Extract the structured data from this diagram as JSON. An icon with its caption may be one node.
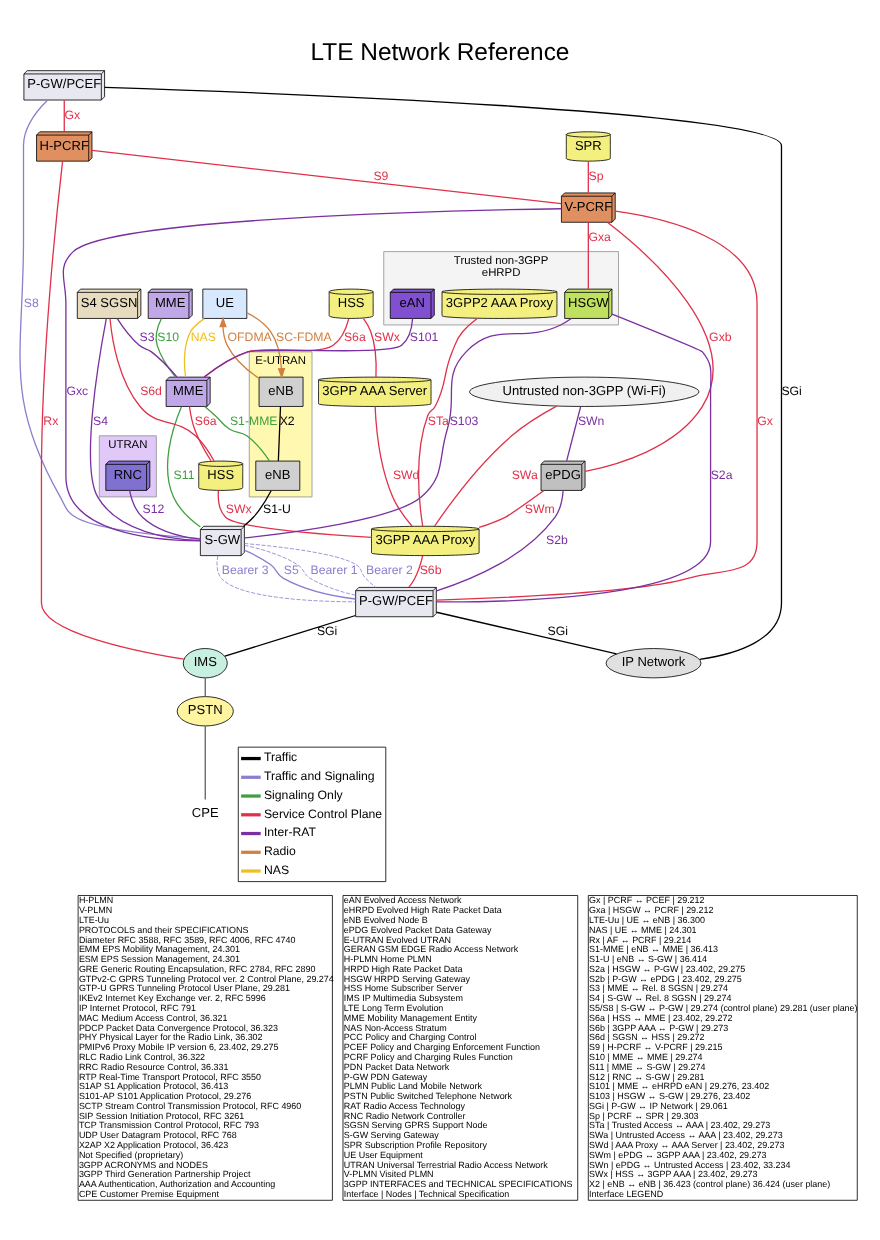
{
  "diagram": {
    "title": "LTE Network Reference",
    "nodes": [
      {
        "text": [
          "P-GW/PCEF"
        ]
      },
      {
        "text": [
          "H-PCRF"
        ]
      },
      {
        "text": [
          "IMS"
        ]
      },
      {
        "text": [
          "PSTN"
        ]
      },
      {
        "text": [
          "CPE"
        ]
      },
      {
        "text": [
          "IP Network"
        ]
      },
      {
        "text": [
          "HSS"
        ]
      },
      {
        "text": [
          "3GPP AAA Server"
        ]
      },
      {
        "text": [
          "MME"
        ]
      },
      {
        "text": [
          "MME"
        ]
      },
      {
        "text": [
          "S4 SGSN"
        ]
      },
      {
        "text": [
          "UTRAN"
        ]
      },
      {
        "text": [
          "RNC"
        ],
        "in": 11
      },
      {
        "text": [
          "HSS"
        ]
      },
      {
        "text": [
          "3GPP AAA Proxy"
        ]
      },
      {
        "text": [
          "SPR"
        ]
      },
      {
        "text": [
          "V-PCRF"
        ]
      },
      {
        "text": [
          "P-GW/PCEF"
        ]
      },
      {
        "text": [
          "UE"
        ]
      },
      {
        "text": [
          "S-GW"
        ]
      },
      {
        "text": [
          "E-UTRAN"
        ]
      },
      {
        "text": [
          "eNB"
        ],
        "in": 20
      },
      {
        "text": [
          "eNB"
        ],
        "in": 20
      },
      {
        "text": [
          "Trusted non-3GPP",
          "eHRPD"
        ]
      },
      {
        "text": [
          "eAN"
        ],
        "in": 23
      },
      {
        "text": [
          "HSGW"
        ],
        "in": 23
      },
      {
        "text": [
          "3GPP2 AAA Proxy"
        ],
        "in": 23
      },
      {
        "text": [
          "Untrusted non-3GPP (Wi-Fi)"
        ]
      },
      {
        "text": [
          "ePDG"
        ]
      }
    ],
    "edges": [
      {
        "from": 0,
        "to": 1,
        "arrow": "none",
        "label": "Gx",
        "color": "#e0304a"
      },
      {
        "from": 1,
        "to": 2,
        "arrow": "none",
        "label": "Rx",
        "color": "#e0304a"
      },
      {
        "from": 0,
        "to": 5,
        "arrow": "none",
        "label": "SGi",
        "color": "#000000"
      },
      {
        "from": 2,
        "to": 3,
        "arrow": "none",
        "color": "#606060"
      },
      {
        "from": 3,
        "to": 4,
        "arrow": "none",
        "color": "#606060"
      },
      {
        "from": 6,
        "to": 7,
        "arrow": "none",
        "label": "SWx",
        "color": "#e0304a"
      },
      {
        "from": 6,
        "to": 9,
        "arrow": "none",
        "label": "S6a",
        "color": "#e0304a"
      },
      {
        "from": 0,
        "to": 19,
        "arrow": "none",
        "label": "S8",
        "color": "#8a7fd0"
      },
      {
        "from": 1,
        "to": 16,
        "arrow": "none",
        "label": "S9",
        "color": "#e0304a"
      },
      {
        "from": 7,
        "to": 14,
        "arrow": "none",
        "label": "SWd",
        "color": "#e0304a"
      },
      {
        "from": 8,
        "to": 9,
        "arrow": "none",
        "label": "S10",
        "color": "#40a040"
      },
      {
        "from": 10,
        "to": 9,
        "arrow": "none",
        "label": "S3",
        "color": "#7a30a0"
      },
      {
        "from": 9,
        "to": 13,
        "arrow": "none",
        "label": "S6a",
        "color": "#e0304a"
      },
      {
        "from": 13,
        "to": 14,
        "arrow": "none",
        "label": "SWx",
        "color": "#e0304a"
      },
      {
        "from": 10,
        "to": 13,
        "arrow": "none",
        "label": "S6d",
        "color": "#e0304a"
      },
      {
        "from": 10,
        "to": 19,
        "arrow": "none",
        "label": "S4",
        "color": "#7a30a0"
      },
      {
        "from": 12,
        "to": 19,
        "arrow": "none",
        "label": "S12",
        "color": "#7a30a0"
      },
      {
        "from": 9,
        "to": 19,
        "arrow": "none",
        "label": "S11",
        "color": "#40a040"
      },
      {
        "from": 9,
        "to": 22,
        "arrow": "none",
        "label": "S1-MME",
        "color": "#40a040"
      },
      {
        "from": 18,
        "to": 9,
        "arrow": "none",
        "label": "NAS",
        "color": "#f0c020"
      },
      {
        "from": 14,
        "to": 17,
        "arrow": "none",
        "label": "S6b",
        "color": "#e0304a"
      },
      {
        "from": 15,
        "to": 16,
        "arrow": "none",
        "label": "Sp",
        "color": "#e0304a"
      },
      {
        "from": 16,
        "to": 17,
        "arrow": "none",
        "label": "Gx",
        "color": "#e0304a"
      },
      {
        "from": 16,
        "to": 19,
        "arrow": "none",
        "label": "Gxc",
        "color": "#7a30a0"
      },
      {
        "from": 17,
        "to": 5,
        "arrow": "none",
        "label": "SGi",
        "color": "#000000"
      },
      {
        "from": 17,
        "to": 2,
        "arrow": "none",
        "label": "SGi",
        "color": "#000000"
      },
      {
        "from": 19,
        "to": 17,
        "arrow": "none",
        "label": "S5",
        "color": "#8a7fd0"
      },
      {
        "from": 19,
        "to": 17,
        "arrow": "none",
        "label": "Bearer 1",
        "style": "dashed",
        "color": "#8a7fd0"
      },
      {
        "from": 19,
        "to": 17,
        "arrow": "none",
        "label": "Bearer 2",
        "style": "dashed",
        "color": "#8a7fd0"
      },
      {
        "from": 19,
        "to": 17,
        "arrow": "none",
        "label": "Bearer 3",
        "style": "dashed",
        "color": "#8a7fd0"
      },
      {
        "from": 21,
        "to": 22,
        "arrow": "none",
        "label": "X2",
        "color": "#000000"
      },
      {
        "from": 22,
        "to": 19,
        "arrow": "none",
        "label": "S1-U",
        "color": "#000000"
      },
      {
        "from": 21,
        "to": 18,
        "arrow": "to",
        "label": "OFDMA",
        "color": "#d08040"
      },
      {
        "from": 18,
        "to": 21,
        "arrow": "to",
        "label": "SC-FDMA",
        "color": "#d08040"
      },
      {
        "from": 25,
        "to": 17,
        "arrow": "none",
        "label": "S2a",
        "color": "#7a30a0"
      },
      {
        "from": 24,
        "to": 9,
        "arrow": "none",
        "label": "S101",
        "color": "#7a30a0"
      },
      {
        "from": 25,
        "to": 19,
        "arrow": "none",
        "label": "S103",
        "color": "#7a30a0"
      },
      {
        "from": 26,
        "to": 14,
        "arrow": "none",
        "label": "STa",
        "color": "#e0304a"
      },
      {
        "from": 16,
        "to": 25,
        "arrow": "none",
        "label": "Gxa",
        "color": "#e0304a"
      },
      {
        "from": 28,
        "to": 17,
        "arrow": "none",
        "label": "S2b",
        "color": "#7a30a0"
      },
      {
        "from": 28,
        "to": 14,
        "arrow": "none",
        "label": "SWm",
        "color": "#e0304a"
      },
      {
        "from": 16,
        "to": 28,
        "arrow": "none",
        "label": "Gxb",
        "color": "#e0304a"
      },
      {
        "from": 27,
        "to": 28,
        "arrow": "none",
        "label": "SWn",
        "color": "#7a30a0"
      },
      {
        "from": 27,
        "to": 14,
        "arrow": "none",
        "label": "SWa",
        "color": "#e0304a"
      }
    ],
    "labels": [
      "H-PLMN",
      "V-PLMN",
      "LTE-Uu",
      "PROTOCOLS and their SPECIFICATIONS",
      "Diameter RFC 3588, RFC 3589, RFC 4006, RFC 4740",
      "EMM EPS Mobility Management, 24.301",
      "ESM EPS Session Management, 24.301",
      "GRE Generic Routing Encapsulation, RFC 2784, RFC 2890",
      "GTPv2-C GPRS Tunneling Protocol ver. 2 Control Plane, 29.274",
      "GTP-U GPRS Tunneling Protocol User Plane, 29.281",
      "IKEv2 Internet Key Exchange ver. 2, RFC 5996",
      "IP Internet Protocol, RFC 791",
      "MAC Medium Access Control, 36.321",
      "PDCP Packet Data Convergence Protocol, 36.323",
      "PHY Physical Layer for the Radio Link, 36.302",
      "PMIPv6 Proxy Mobile IP version 6, 23.402, 29.275",
      "RLC Radio Link Control, 36.322",
      "RRC Radio Resource Control, 36.331",
      "RTP Real-Time Transport Protocol, RFC 3550",
      "S1AP S1 Application Protocol, 36.413",
      "S101-AP S101 Application Protocol, 29.276",
      "SCTP Stream Control Transmission Protocol, RFC 4960",
      "SIP Session Initiation Protocol, RFC 3261",
      "TCP Transmission Control Protocol, RFC 793",
      "UDP User Datagram Protocol, RFC 768",
      "X2AP X2 Application Protocol, 36.423",
      "Not Specified (proprietary)",
      "3GPP ACRONYMS and NODES",
      "3GPP Third Generation Partnership Project",
      "AAA Authentication, Authorization and Accounting",
      "CPE Customer Premise Equipment",
      "eAN Evolved Access Network",
      "eHRPD Evolved High Rate Packet Data",
      "eNB Evolved Node B",
      "ePDG Evolved Packet Data Gateway",
      "E-UTRAN Evolved UTRAN",
      "GERAN GSM EDGE Radio Access Network",
      "H-PLMN Home PLMN",
      "HRPD High Rate Packet Data",
      "HSGW HRPD Serving Gateway",
      "HSS Home Subscriber Server",
      "IMS IP Multimedia Subsystem",
      "LTE Long Term Evolution",
      "MME Mobility Management Entity",
      "NAS Non-Access Stratum",
      "PCC Policy and Charging Control",
      "PCEF Policy and Charging Enforcement Function",
      "PCRF Policy and Charging Rules Function",
      "PDN Packet Data Network",
      "P-GW PDN Gateway",
      "PLMN Public Land Mobile Network",
      "PSTN Public Switched Telephone Network",
      "RAT Radio Access Technology",
      "RNC Radio Network Controller",
      "SGSN Serving GPRS Support Node",
      "S-GW Serving Gateway",
      "SPR Subscription Profile Repository",
      "UE User Equipment",
      "UTRAN Universal Terrestrial Radio Access Network",
      "V-PLMN Visited PLMN",
      "3GPP INTERFACES and TECHNICAL SPECIFICATIONS",
      "Interface | Nodes | Technical Specification",
      "Gx | PCRF ↔ PCEF | 29.212",
      "Gxa | HSGW ↔ PCRF | 29.212",
      "LTE-Uu | UE ↔ eNB | 36.300",
      "NAS | UE ↔ MME | 24.301",
      "Rx | AF ↔ PCRF | 29.214",
      "S1-MME | eNB ↔ MME | 36.413",
      "S1-U | eNB ↔ S-GW | 36.414",
      "S2a | HSGW ↔ P-GW | 23.402, 29.275",
      "S2b | P-GW ↔ ePDG | 23.402, 29.275",
      "S3 | MME ↔ Rel. 8 SGSN | 29.274",
      "S4 | S-GW ↔ Rel. 8 SGSN | 29.274",
      "S5/S8 | S-GW ↔ P-GW | 29.274 (control plane) 29.281 (user plane)",
      "S6a | HSS ↔ MME | 23.402, 29.272",
      "S6b | 3GPP AAA ↔ P-GW | 29.273",
      "S6d | SGSN ↔ HSS | 29.272",
      "S9 | H-PCRF ↔ V-PCRF | 29.215",
      "S10 | MME ↔ MME | 29.274",
      "S11 | MME ↔ S-GW | 29.274",
      "S12 | RNC ↔ S-GW | 29.281",
      "S101 | MME ↔ eHRPD eAN | 29.276, 23.402",
      "S103 | HSGW ↔ S-GW | 29.276, 23.402",
      "SGi | P-GW ↔ IP Network | 29.061",
      "Sp | PCRF ↔ SPR | 29.303",
      "STa | Trusted Access ↔ AAA | 23.402, 29.273",
      "SWa | Untrusted Access ↔ AAA | 23.402, 29.273",
      "SWd | AAA Proxy ↔ AAA Server | 23.402, 29.273",
      "SWm | ePDG ↔ 3GPP AAA | 23.402, 29.273",
      "SWn | ePDG ↔ Untrusted Access | 23.402, 33.234",
      "SWx | HSS ↔ 3GPP AAA | 23.402, 29.273",
      "X2 | eNB ↔ eNB | 36.423 (control plane) 36.424 (user plane)",
      "Interface LEGEND"
    ],
    "legend": [
      {
        "text": "Traffic",
        "color": "#000000"
      },
      {
        "text": "Traffic and Signaling",
        "color": "#8a7fd0"
      },
      {
        "text": "Signaling Only",
        "color": "#40a040"
      },
      {
        "text": "Service Control Plane",
        "color": "#e0304a"
      },
      {
        "text": "Inter-RAT",
        "color": "#7a30a0"
      },
      {
        "text": "Radio",
        "color": "#d08040"
      },
      {
        "text": "NAS",
        "color": "#f0c020"
      }
    ]
  }
}
